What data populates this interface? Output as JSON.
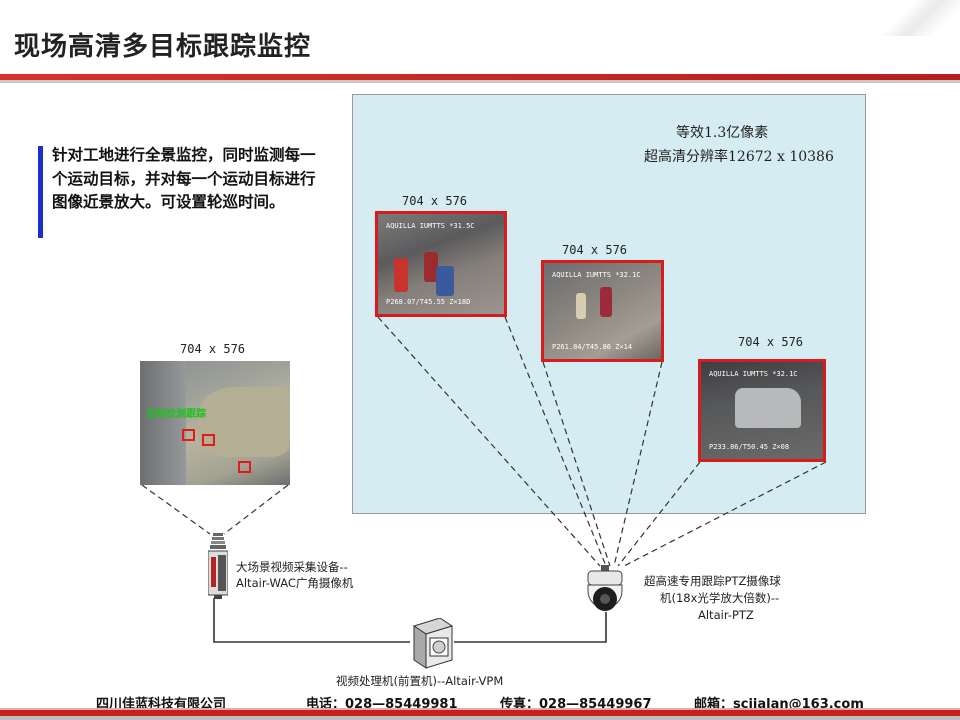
{
  "header": {
    "title": "现场高清多目标跟踪监控"
  },
  "description": {
    "text": "针对工地进行全景监控，同时监测每一个运动目标，并对每一个运动目标进行图像近景放大。可设置轮巡时间。"
  },
  "scene": {
    "label_line1": "等效1.3亿像素",
    "label_line2": "超高清分辨率12672 x 10386"
  },
  "crops": [
    {
      "resolution": "704 x 576",
      "osd_top": "AQUILLA IUMTTS   *31.5C",
      "osd_bottom": "P268.07/T45.55    Z×18D"
    },
    {
      "resolution": "704 x 576",
      "osd_top": "AQUILLA IUMTTS   *32.1C",
      "osd_bottom": "P261.84/T45.86    Z×14"
    },
    {
      "resolution": "704 x 576",
      "osd_top": "AQUILLA IUMTTS   *32.1C",
      "osd_bottom": "P233.86/T50.45    Z×08"
    }
  ],
  "overview": {
    "resolution": "704 x 576",
    "overlay_text": "目标检测跟踪"
  },
  "devices": {
    "wac": {
      "line1": "大场景视频采集设备--",
      "line2": "Altair-WAC广角摄像机"
    },
    "ptz": {
      "line1": "超高速专用跟踪PTZ摄像球",
      "line2": "机(18x光学放大倍数)--",
      "line3": "Altair-PTZ"
    },
    "vpm": {
      "label": "视频处理机(前置机)--Altair-VPM"
    }
  },
  "footer": {
    "company": "四川佳蓝科技有限公司",
    "phone": "电话：028—85449981",
    "fax": "传真：028—85449967",
    "email": "邮箱：scjialan@163.com"
  },
  "colors": {
    "accent_red": "#d81c1c",
    "scene_bg": "#d6ecf3",
    "desc_bar": "#1b2fd1"
  },
  "icons": [
    "wide-angle-camera-icon",
    "ptz-dome-camera-icon",
    "video-processor-icon"
  ]
}
